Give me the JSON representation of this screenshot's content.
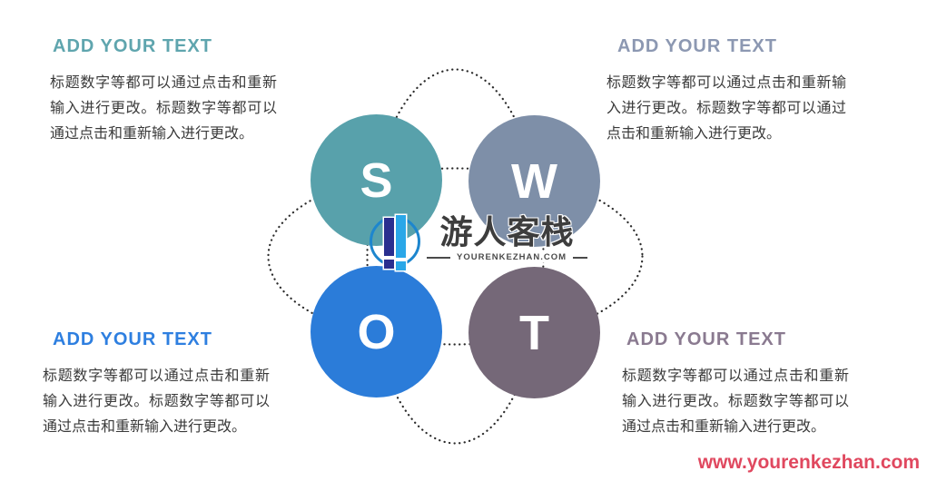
{
  "slide": {
    "background": "#ffffff",
    "watermark": {
      "text": "www.yourenkezhan.com",
      "color": "#e0485f"
    }
  },
  "text_blocks": [
    {
      "position": "top-left",
      "title": "ADD YOUR TEXT",
      "title_color": "#5fa5ae",
      "body": "标题数字等都可以通过点击和重新输入进行更改。标题数字等都可以通过点击和重新输入进行更改。"
    },
    {
      "position": "top-right",
      "title": "ADD YOUR TEXT",
      "title_color": "#8c98b2",
      "body": "标题数字等都可以通过点击和重新输入进行更改。标题数字等都可以通过点击和重新输入进行更改。"
    },
    {
      "position": "bottom-left",
      "title": "ADD YOUR TEXT",
      "title_color": "#2e7fe0",
      "body": "标题数字等都可以通过点击和重新输入进行更改。标题数字等都可以通过点击和重新输入进行更改。"
    },
    {
      "position": "bottom-right",
      "title": "ADD YOUR TEXT",
      "title_color": "#8a7a90",
      "body": "标题数字等都可以通过点击和重新输入进行更改。标题数字等都可以通过点击和重新输入进行更改。"
    }
  ],
  "swot_circles": [
    {
      "letter": "S",
      "color": "#58a1ab",
      "position": "top-left"
    },
    {
      "letter": "W",
      "color": "#7e8fa8",
      "position": "top-right"
    },
    {
      "letter": "O",
      "color": "#2b7cd9",
      "position": "bottom-left"
    },
    {
      "letter": "T",
      "color": "#756878",
      "position": "bottom-right"
    }
  ],
  "logo": {
    "name": "游人客栈",
    "domain": "YOURENKEZHAN.COM",
    "icon_colors": {
      "ring": "#1d86ce",
      "bar_dark": "#2a2f8f",
      "bar_light": "#2aa7e8"
    }
  },
  "decoration": {
    "dotted_color": "#2b2b2b"
  }
}
